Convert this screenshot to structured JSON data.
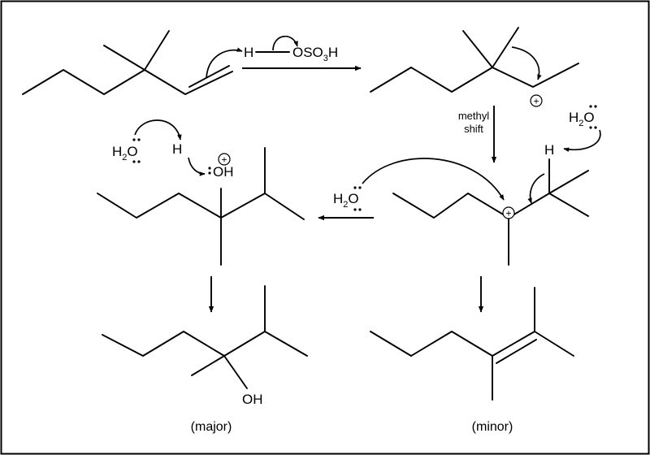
{
  "reagents": {
    "h": "H",
    "oso3h": "OSO",
    "oso3h_sub": "3",
    "oso3h_h": "H"
  },
  "water": {
    "h2": "H",
    "sub": "2",
    "o": "O"
  },
  "hydrogen": "H",
  "oh": "OH",
  "plus": "+",
  "shift_label": {
    "line1": "methyl",
    "line2": "shift"
  },
  "products": {
    "major": "(major)",
    "minor": "(minor)"
  }
}
